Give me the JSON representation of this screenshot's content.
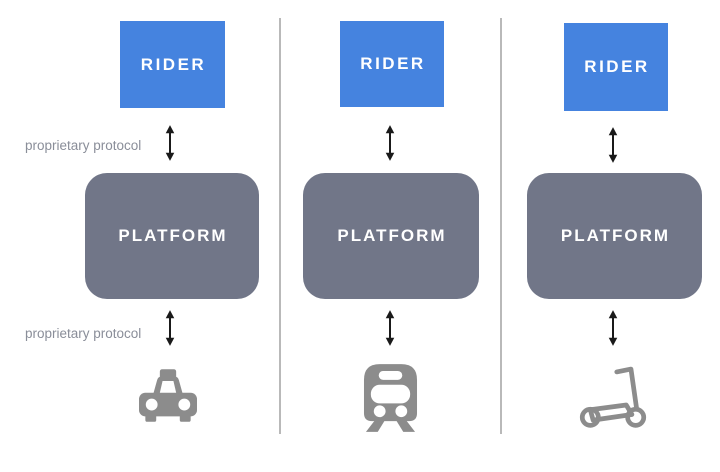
{
  "diagram": {
    "columns": [
      {
        "rider": "RIDER",
        "platform": "PLATFORM",
        "vehicle": "taxi"
      },
      {
        "rider": "RIDER",
        "platform": "PLATFORM",
        "vehicle": "train"
      },
      {
        "rider": "RIDER",
        "platform": "PLATFORM",
        "vehicle": "scooter"
      }
    ],
    "annotations": {
      "rider_platform_link": "proprietary protocol",
      "platform_vehicle_link": "proprietary protocol"
    },
    "colors": {
      "rider_box": "#4583df",
      "platform_box": "#717688",
      "box_text": "#ffffff",
      "vehicle_icon": "#8c8c8c",
      "annotation_text": "#8a8e99",
      "divider": "#b9b9b9",
      "arrow": "#1a1a1a",
      "background": "#ffffff"
    }
  }
}
